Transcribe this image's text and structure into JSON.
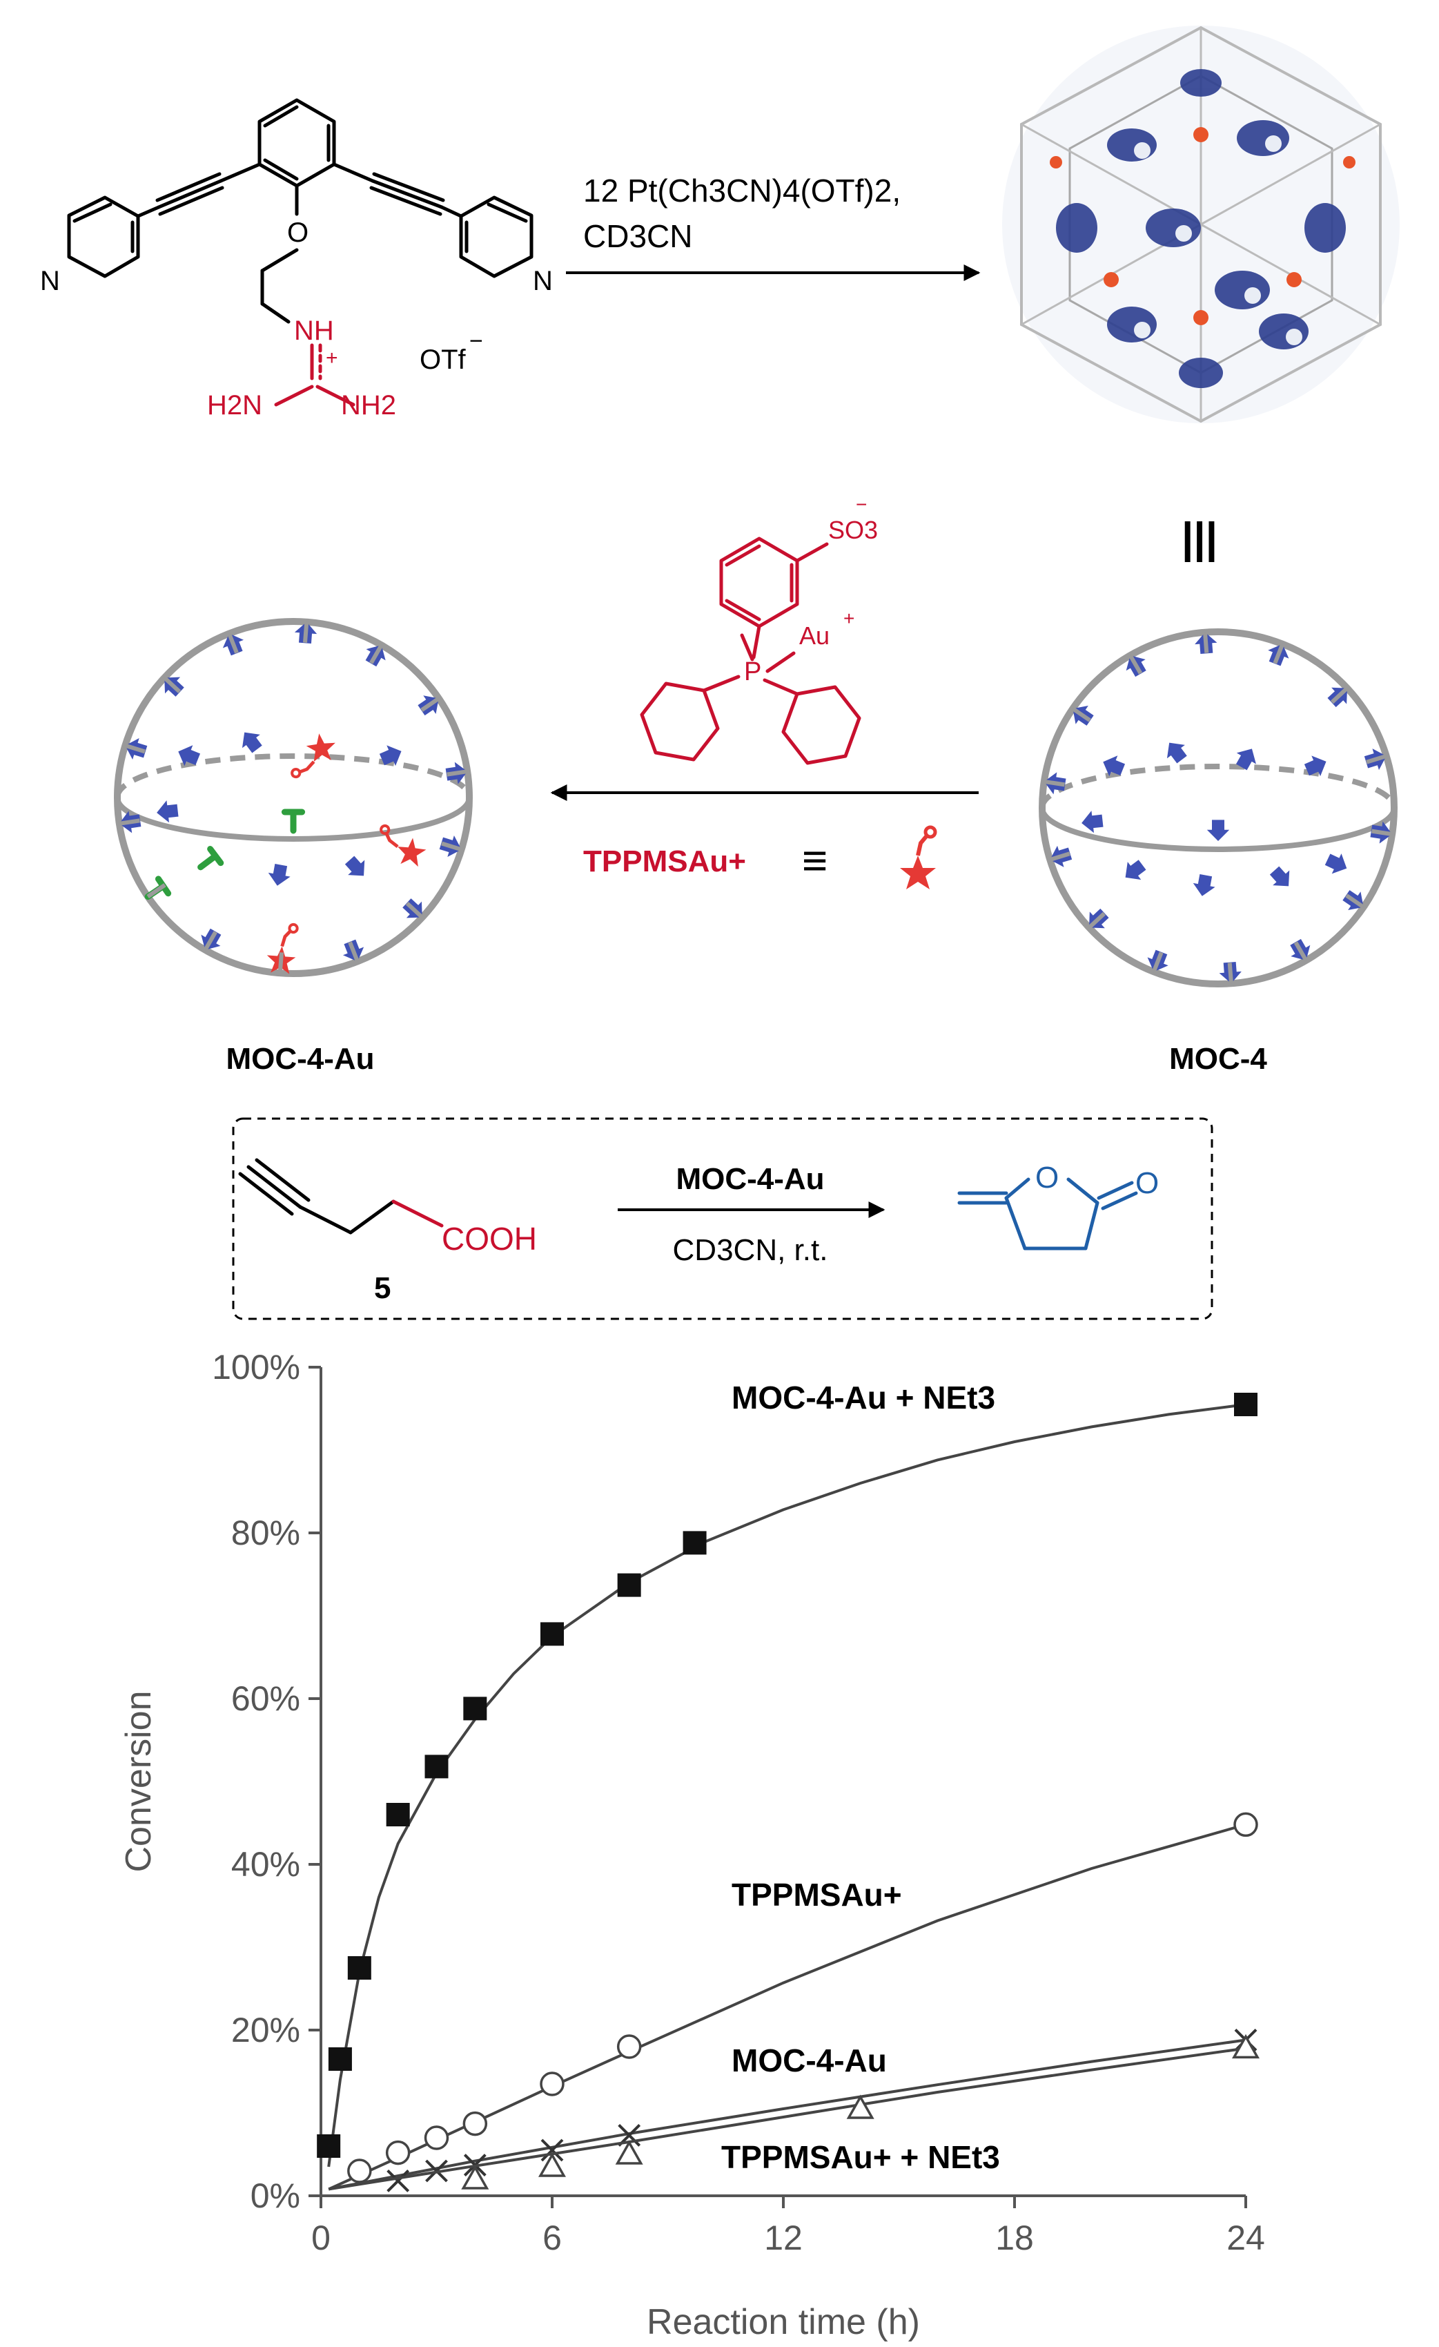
{
  "scheme": {
    "ligand": {
      "N_left": "N",
      "N_right": "N",
      "O": "O",
      "NH": "NH",
      "plus": "+",
      "H2N": "H2N",
      "NH2": "NH2",
      "counterion": "OTf",
      "counterion_charge": "−"
    },
    "reagent": {
      "line1": "12 Pt(Ch3CN)4(OTf)2,",
      "line2": "CD3CN"
    },
    "equiv_symbol": "|||",
    "tppms": {
      "so3": "SO3",
      "so3_charge": "−",
      "au": "Au",
      "au_charge": "+",
      "p": "P"
    },
    "tppms_label": "TPPMSAu+",
    "equiv_sign": "≡",
    "left_sphere_label": "MOC-4-Au",
    "right_sphere_label": "MOC-4",
    "reaction": {
      "reactant_number": "5",
      "reactant_cooh": "COOH",
      "catalyst": "MOC-4-Au",
      "conditions": "CD3CN, r.t.",
      "product_o1": "O",
      "product_o2": "O"
    },
    "colors": {
      "red": "#c8102e",
      "blue_ligand": "#3f51b5",
      "green": "#2e9e3e",
      "gray": "#9a9a9a",
      "product_blue": "#1f5fa8"
    }
  },
  "chart_data": {
    "type": "scatter",
    "xlabel": "Reaction time (h)",
    "ylabel": "Conversion",
    "xlim": [
      0,
      24
    ],
    "ylim": [
      0,
      100
    ],
    "xticks": [
      0,
      6,
      12,
      18,
      24
    ],
    "yticks": [
      "0%",
      "20%",
      "40%",
      "60%",
      "80%",
      "100%"
    ],
    "series": [
      {
        "name": "MOC-4-Au + NEt3",
        "marker": "square",
        "x": [
          0.2,
          0.5,
          1,
          2,
          3,
          4,
          6,
          8,
          9.7,
          24
        ],
        "y": [
          6,
          16.5,
          27.5,
          46,
          51.8,
          58.8,
          67.8,
          73.7,
          78.8,
          95.5
        ],
        "curve": {
          "x": [
            0.2,
            0.5,
            1,
            1.5,
            2,
            3,
            4,
            5,
            6,
            8,
            10,
            12,
            14,
            16,
            18,
            20,
            22,
            24
          ],
          "y": [
            3.5,
            14,
            27,
            36,
            42.5,
            51,
            57.5,
            63,
            67.5,
            74,
            79,
            82.8,
            86,
            88.8,
            91,
            92.8,
            94.3,
            95.5
          ]
        }
      },
      {
        "name": "TPPMSAu+",
        "marker": "circle",
        "x": [
          1,
          2,
          3,
          4,
          6,
          8,
          24
        ],
        "y": [
          3,
          5.2,
          7,
          8.7,
          13.5,
          18,
          44.8
        ],
        "curve": {
          "x": [
            0.2,
            2,
            4,
            6,
            8,
            12,
            16,
            20,
            24
          ],
          "y": [
            0.8,
            4.6,
            8.9,
            13.2,
            17.4,
            25.7,
            33.2,
            39.5,
            44.8
          ]
        }
      },
      {
        "name": "MOC-4-Au",
        "marker": "x",
        "x": [
          2,
          3,
          4,
          6,
          8,
          24
        ],
        "y": [
          1.8,
          3,
          3.7,
          5.5,
          7.3,
          18.8
        ],
        "curve": {
          "x": [
            0.2,
            4,
            8,
            12,
            16,
            20,
            24
          ],
          "y": [
            0.8,
            4.2,
            7.5,
            10.5,
            13.4,
            16.2,
            18.8
          ]
        }
      },
      {
        "name": "TPPMSAu+ + NEt3",
        "marker": "triangle",
        "x": [
          4,
          6,
          8,
          14,
          24
        ],
        "y": [
          2,
          3.5,
          5,
          10.5,
          17.8
        ],
        "curve": {
          "x": [
            0.2,
            4,
            8,
            12,
            16,
            20,
            24
          ],
          "y": [
            0.8,
            3.6,
            6.5,
            9.5,
            12.5,
            15.2,
            17.8
          ]
        }
      }
    ]
  }
}
